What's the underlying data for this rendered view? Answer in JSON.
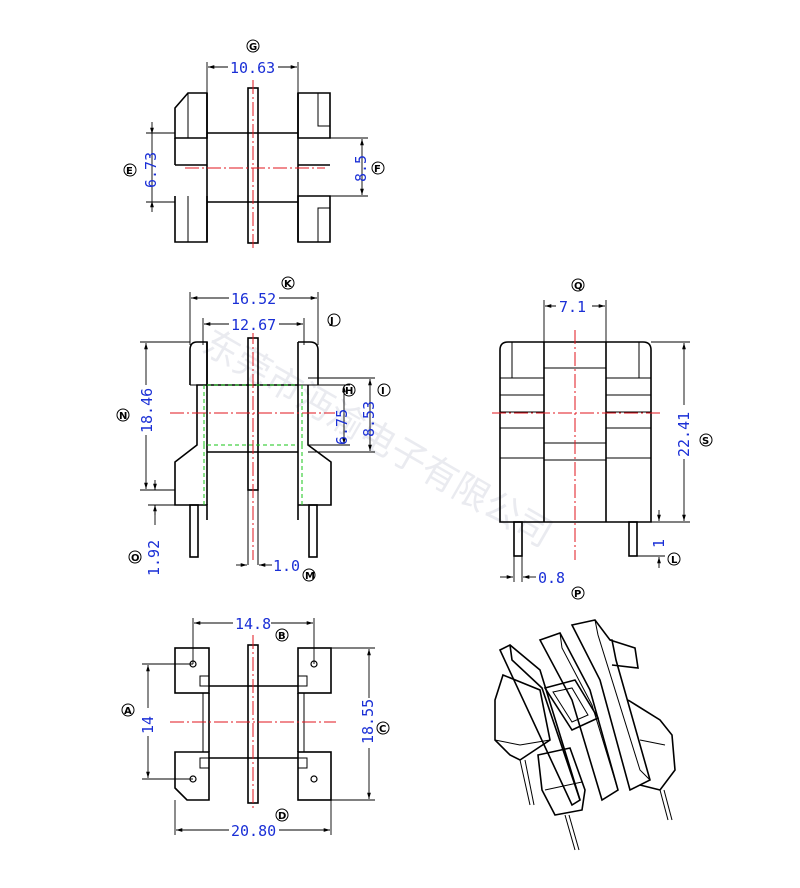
{
  "watermark": "东莞市沔渝电子有限公司",
  "views": {
    "top": {
      "dims": {
        "g": "10.63",
        "e": "6.73",
        "f": "8.5"
      },
      "markers": {
        "g": "G",
        "e": "E",
        "f": "F"
      }
    },
    "front": {
      "dims": {
        "k": "16.52",
        "j": "12.67",
        "n": "18.46",
        "h": "6.75",
        "i": "8.53",
        "o": "1.92",
        "m": "1.0"
      },
      "markers": {
        "k": "K",
        "j": "J",
        "n": "N",
        "h": "H",
        "i": "I",
        "o": "O",
        "m": "M"
      }
    },
    "side": {
      "dims": {
        "q": "7.1",
        "s": "22.41",
        "l": "1",
        "p": "0.8"
      },
      "markers": {
        "q": "Q",
        "s": "S",
        "l": "L",
        "p": "P"
      }
    },
    "bottom": {
      "dims": {
        "b": "14.8",
        "a": "14",
        "c": "18.55",
        "d": "20.80"
      },
      "markers": {
        "b": "B",
        "a": "A",
        "c": "C",
        "d": "D"
      }
    }
  },
  "colors": {
    "dimension_text": "#1a2fd6",
    "centerline": "#e0141e",
    "hidden_line": "#17c417"
  }
}
